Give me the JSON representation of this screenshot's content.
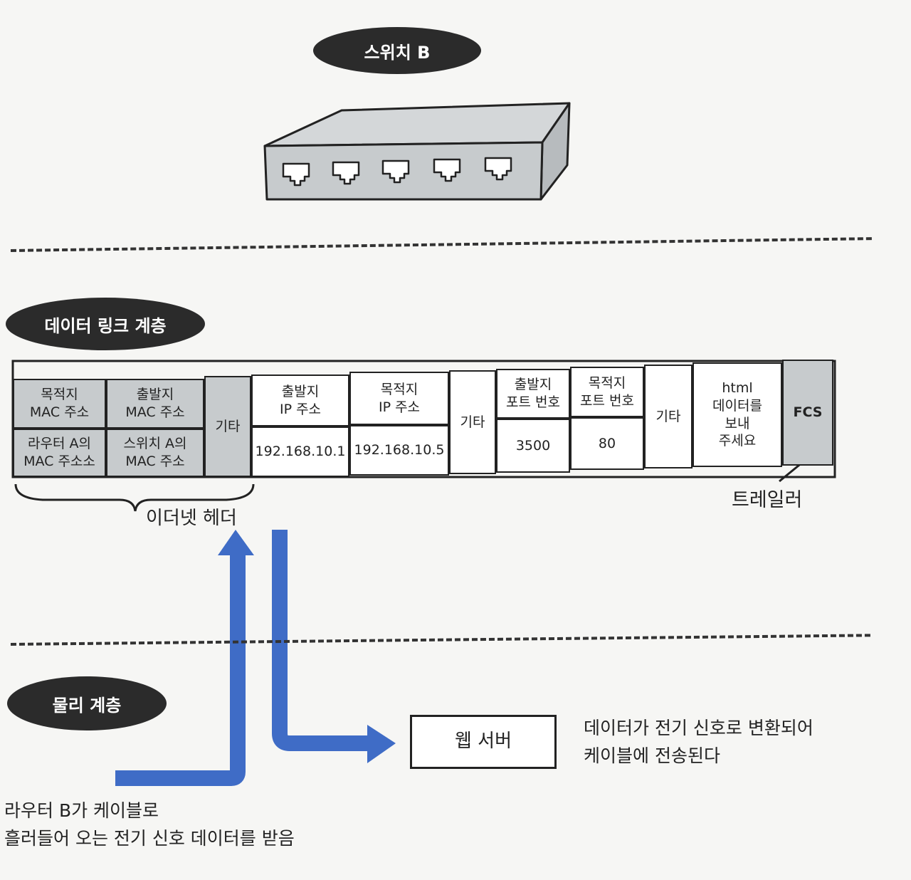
{
  "switch_label": "스위치 B",
  "datalink_label": "데이터 링크 계층",
  "physical_label": "물리 계층",
  "frame": {
    "dst_mac_header": "목적지\nMAC 주소",
    "src_mac_header": "출발지\nMAC 주소",
    "dst_mac_value": "라우터 A의\nMAC 주소소",
    "src_mac_value": "스위치 A의\nMAC 주소",
    "etc1": "기타",
    "src_ip_header": "출발지\nIP 주소",
    "dst_ip_header": "목적지\nIP 주소",
    "src_ip_value": "192.168.10.1",
    "dst_ip_value": "192.168.10.5",
    "etc2": "기타",
    "src_port_header": "출발지\n포트 번호",
    "dst_port_header": "목적지\n포트 번호",
    "src_port_value": "3500",
    "dst_port_value": "80",
    "etc3": "기타",
    "payload": "html\n데이터를\n보내\n주세요",
    "fcs": "FCS"
  },
  "ethernet_header_label": "이더넷 헤더",
  "trailer_label": "트레일러",
  "web_server_label": "웹 서버",
  "note_right": "데이터가 전기 신호로 변환되어\n케이블에 전송된다",
  "note_left": "라우터 B가 케이블로\n흘러들어 오는 전기 신호 데이터를 받음",
  "colors": {
    "arrow": "#3f6cc6",
    "pill": "#2b2b2b",
    "switch_fill": "#c7cbcd"
  }
}
